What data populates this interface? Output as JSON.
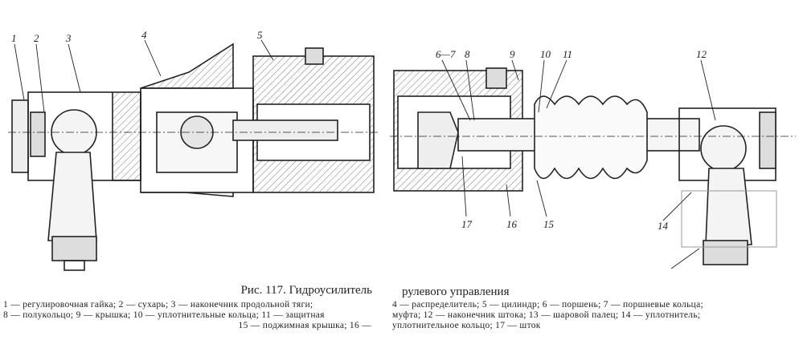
{
  "figure": {
    "callouts": {
      "c1": "1",
      "c2": "2",
      "c3": "3",
      "c4": "4",
      "c5": "5",
      "c6_7": "6—7",
      "c8": "8",
      "c9": "9",
      "c10": "10",
      "c11": "11",
      "c12": "12",
      "c17": "17",
      "c16": "16",
      "c15": "15",
      "c14": "14"
    },
    "caption_left": "Рис. 117. Гидроусилитель",
    "caption_right": "рулевого управления",
    "legend": {
      "l1_left": "1 — регулировочная гайка; 2 — сухарь; 3 — наконечник продольной тяги;",
      "l1_right": "4 — распределитель; 5 — цилиндр; 6 — поршень; 7 — поршневые кольца;",
      "l2_left": "8 — полукольцо; 9 — крышка; 10 — уплотнительные кольца; 11 — защитная",
      "l2_right": "муфта; 12 — наконечник штока; 13 — шаровой палец; 14 — уплотнитель;",
      "l3_left": "15 — поджимная крышка; 16 —",
      "l3_right": "уплотнительное кольцо; 17 — шток"
    }
  }
}
